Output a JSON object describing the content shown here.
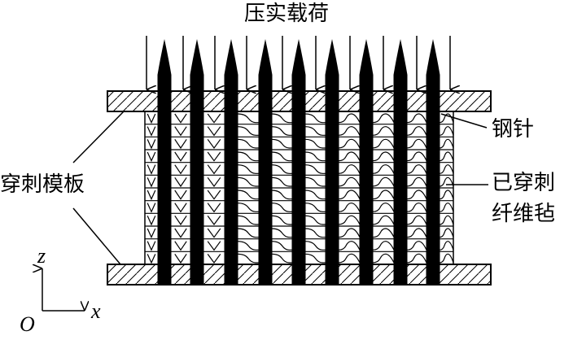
{
  "title": "压实载荷",
  "labels": {
    "needle": "钢针",
    "punched_felt_line1": "已穿刺",
    "punched_felt_line2": "纤维毡",
    "template": "穿刺模板"
  },
  "axes": {
    "z": "z",
    "x": "x",
    "origin": "O"
  },
  "structure": {
    "needle_count": 9,
    "load_arrow_count": 10,
    "felt_layer_count": 12
  },
  "colors": {
    "ink": "#000000",
    "background": "#ffffff"
  }
}
